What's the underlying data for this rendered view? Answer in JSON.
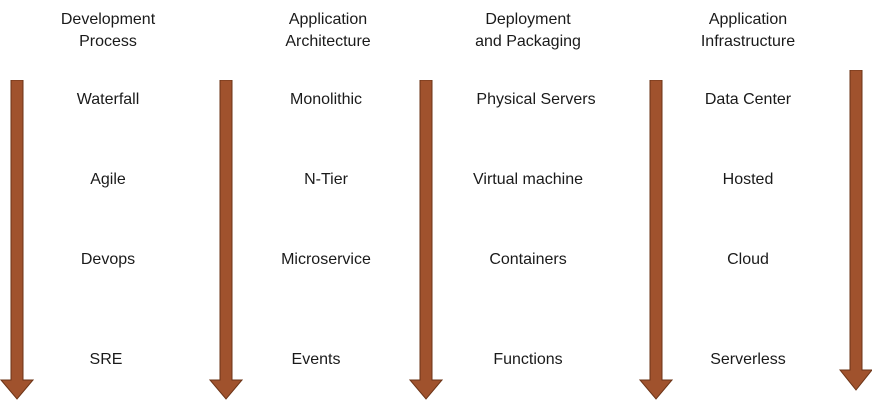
{
  "arrow_color": "#A0522D",
  "arrow_stroke": "#6b3316",
  "columns": [
    {
      "title": "Development\nProcess",
      "items": [
        "Waterfall",
        "Agile",
        "Devops",
        "SRE"
      ]
    },
    {
      "title": "Application\nArchitecture",
      "items": [
        "Monolithic",
        "N-Tier",
        "Microservice",
        "Events"
      ]
    },
    {
      "title": "Deployment\nand Packaging",
      "items": [
        "Physical Servers",
        "Virtual machine",
        "Containers",
        "Functions"
      ]
    },
    {
      "title": "Application\nInfrastructure",
      "items": [
        "Data Center",
        "Hosted",
        "Cloud",
        "Serverless"
      ]
    }
  ]
}
